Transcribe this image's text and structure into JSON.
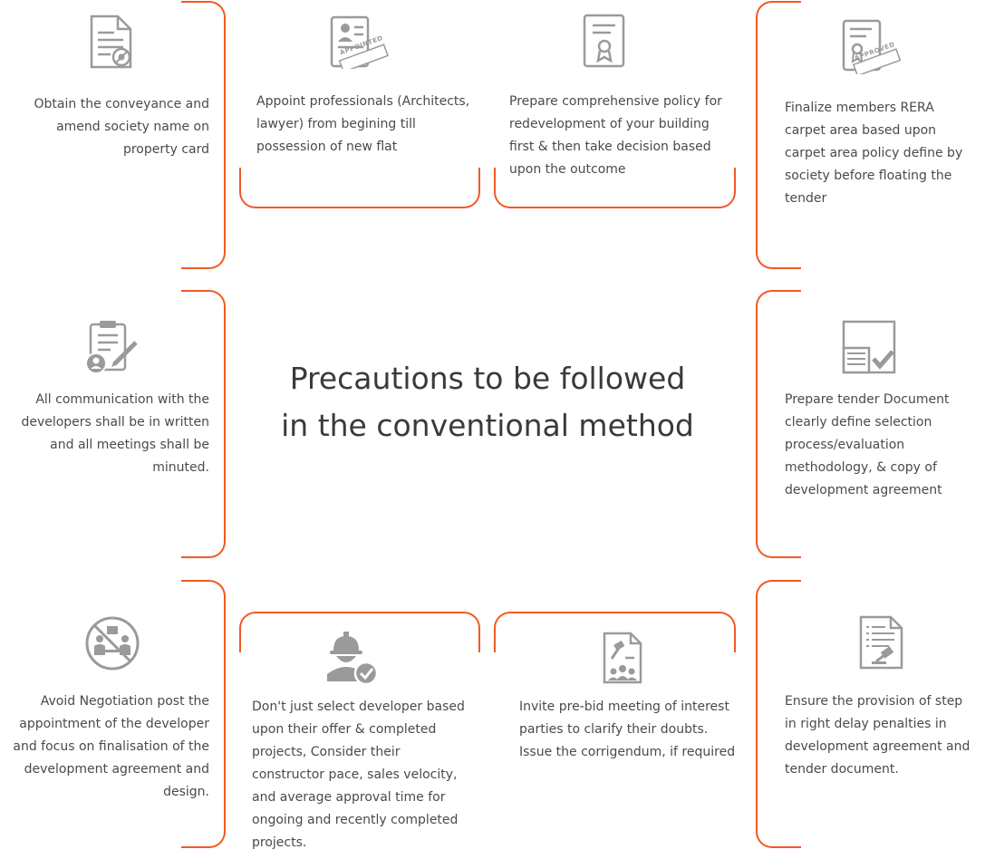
{
  "title": "Precautions to be followed in the conventional method",
  "accent_color": "#f05a22",
  "icon_color": "#9a9a9a",
  "items": [
    {
      "icon": "document-gear-icon",
      "text": "Obtain the conveyance and amend society name on property card"
    },
    {
      "icon": "appointed-certificate-icon",
      "stamp": "APPOINTED",
      "text": "Appoint professionals (Architects, lawyer) from begining till possession of new flat"
    },
    {
      "icon": "certificate-badge-icon",
      "text": "Prepare comprehensive policy for redevelopment of your building first & then take decision based upon the outcome"
    },
    {
      "icon": "approved-certificate-icon",
      "stamp": "APPROVED",
      "text": "Finalize members RERA carpet area based upon carpet area policy define by society before floating the tender"
    },
    {
      "icon": "clipboard-user-pen-icon",
      "text": "All communication with the developers shall be in written and all meetings shall be minuted."
    },
    {
      "icon": "tender-document-check-icon",
      "text": "Prepare tender Document clearly define selection process/evaluation methodology, & copy of development agreement"
    },
    {
      "icon": "no-negotiation-icon",
      "text": "Avoid Negotiation post the appointment of the developer and  focus on finalisation of the development agreement and design."
    },
    {
      "icon": "worker-check-icon",
      "text": "Don't just select developer based upon their offer & completed projects, Consider their constructor pace, sales velocity, and average approval time for ongoing and recently completed projects."
    },
    {
      "icon": "document-gavel-people-icon",
      "text": "Invite pre-bid meeting of interest parties to clarify their doubts. Issue the corrigendum, if required"
    },
    {
      "icon": "checklist-gavel-icon",
      "text": "Ensure the provision of step in right delay penalties in development agreement and tender document."
    }
  ]
}
